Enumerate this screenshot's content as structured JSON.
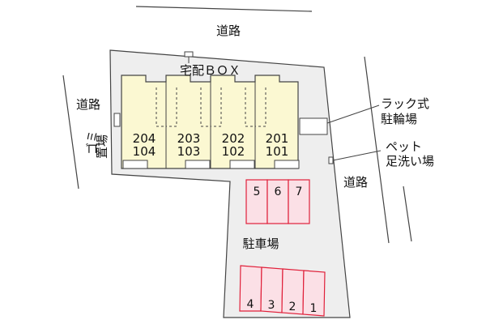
{
  "labels": {
    "road_top": "道路",
    "road_left": "道路",
    "road_right": "道路",
    "delivery_box": "宅配ＢＯＸ",
    "garbage_line1": "ゴミ",
    "garbage_line2": "置場",
    "bike_line1": "ラック式",
    "bike_line2": "駐輪場",
    "pet_line1": "ペット",
    "pet_line2": "足洗い場",
    "parking": "駐車場"
  },
  "units": [
    {
      "upper": "204",
      "lower": "104"
    },
    {
      "upper": "203",
      "lower": "103"
    },
    {
      "upper": "202",
      "lower": "102"
    },
    {
      "upper": "201",
      "lower": "101"
    }
  ],
  "parking_spaces_top": [
    "5",
    "6",
    "7"
  ],
  "parking_spaces_bottom": [
    "4",
    "3",
    "2",
    "1"
  ],
  "colors": {
    "site": "#eeeeee",
    "building": "#fbf8d2",
    "parking_fill": "#fbe0e6",
    "parking_stroke": "#e0203a",
    "outline": "#444444"
  }
}
